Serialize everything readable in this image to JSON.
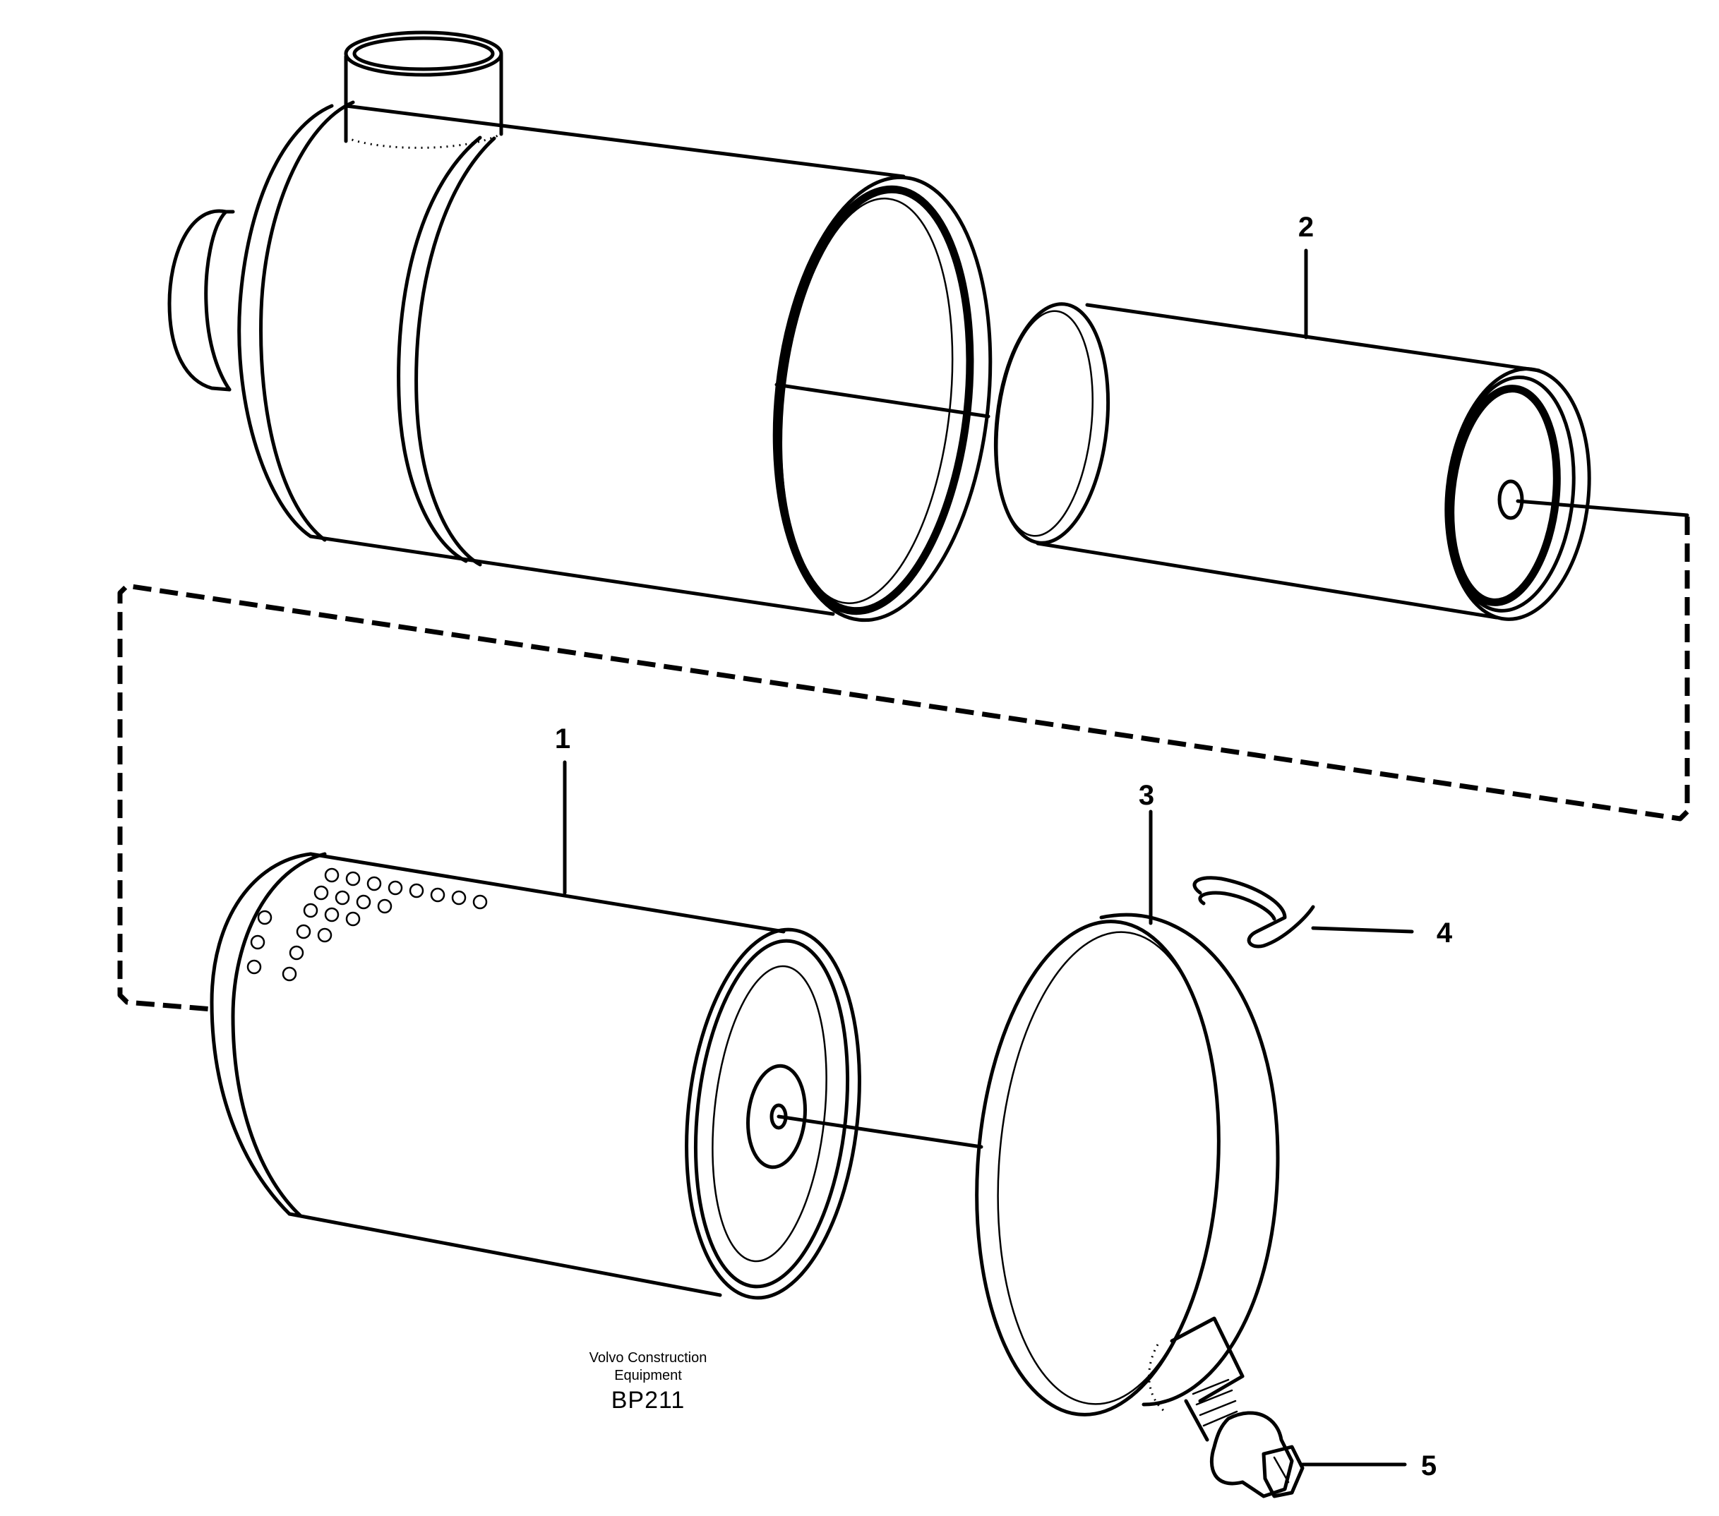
{
  "callouts": [
    {
      "number": "1"
    },
    {
      "number": "2"
    },
    {
      "number": "3"
    },
    {
      "number": "4"
    },
    {
      "number": "5"
    }
  ],
  "caption": {
    "publisher_line1": "Volvo Construction",
    "publisher_line2": "Equipment",
    "figure_code": "BP211"
  }
}
